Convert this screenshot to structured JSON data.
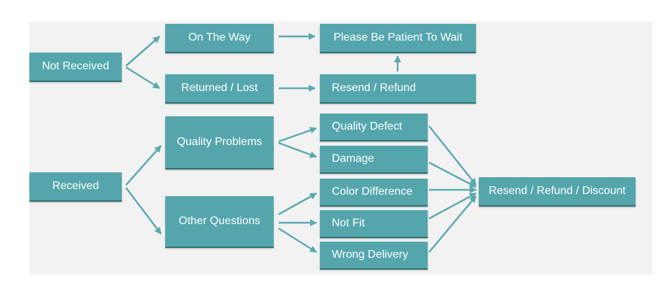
{
  "diagram": {
    "nodes": {
      "not_received": "Not Received",
      "on_the_way": "On The Way",
      "returned_lost": "Returned / Lost",
      "please_wait": "Please Be Patient To Wait",
      "resend_refund": "Resend / Refund",
      "received": "Received",
      "quality_problems": "Quality Problems",
      "other_questions": "Other Questions",
      "quality_defect": "Quality Defect",
      "damage": "Damage",
      "color_difference": "Color Difference",
      "not_fit": "Not Fit",
      "wrong_delivery": "Wrong Delivery",
      "resend_refund_discount": "Resend / Refund / Discount"
    },
    "edges": [
      [
        "not_received",
        "on_the_way"
      ],
      [
        "not_received",
        "returned_lost"
      ],
      [
        "on_the_way",
        "please_wait"
      ],
      [
        "returned_lost",
        "resend_refund"
      ],
      [
        "resend_refund",
        "please_wait"
      ],
      [
        "received",
        "quality_problems"
      ],
      [
        "received",
        "other_questions"
      ],
      [
        "quality_problems",
        "quality_defect"
      ],
      [
        "quality_problems",
        "damage"
      ],
      [
        "other_questions",
        "color_difference"
      ],
      [
        "other_questions",
        "not_fit"
      ],
      [
        "other_questions",
        "wrong_delivery"
      ],
      [
        "quality_defect",
        "resend_refund_discount"
      ],
      [
        "damage",
        "resend_refund_discount"
      ],
      [
        "color_difference",
        "resend_refund_discount"
      ],
      [
        "not_fit",
        "resend_refund_discount"
      ],
      [
        "wrong_delivery",
        "resend_refund_discount"
      ]
    ],
    "colors": {
      "node_fill": "#54a6ac",
      "arrow": "#5aa9ae",
      "background": "#f2f2f2"
    }
  }
}
